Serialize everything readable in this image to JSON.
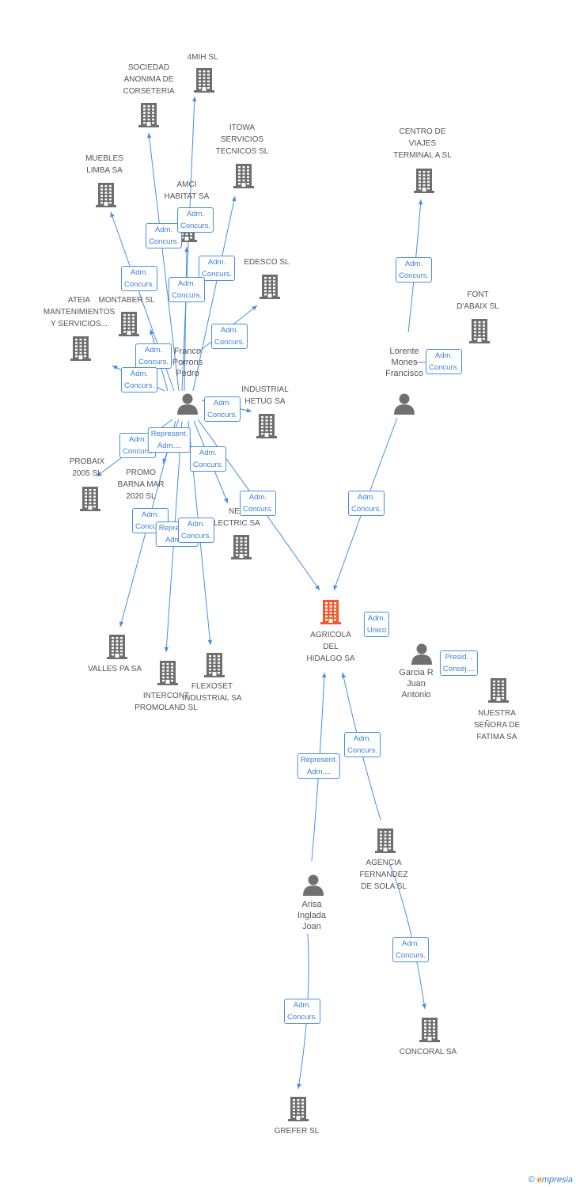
{
  "colors": {
    "link": "#4a8ee0",
    "company_icon": "#6e6e6e",
    "focus_company_icon": "#f25a2a",
    "person_icon": "#707070",
    "label_text": "#555555",
    "badge_text": "#3a7fd5"
  },
  "nodes": {
    "sociedad_anonima": {
      "label": "SOCIEDAD\nANONIMA DE\nCORSETERIA",
      "type": "company",
      "icon": "building-icon"
    },
    "4mih": {
      "label": "4MIH SL",
      "type": "company",
      "icon": "building-icon"
    },
    "itowa": {
      "label": "ITOWA\nSERVICIOS\nTECNICOS SL",
      "type": "company",
      "icon": "building-icon"
    },
    "muebles_limba": {
      "label": "MUEBLES\nLIMBA SA",
      "type": "company",
      "icon": "building-icon"
    },
    "amci_habitat": {
      "label": "AMCI\nHABITAT SA",
      "type": "company",
      "icon": "building-icon"
    },
    "edesco": {
      "label": "EDESCO SL",
      "type": "company",
      "icon": "building-icon"
    },
    "montaber": {
      "label": "TA\nMONTABER SL",
      "type": "company",
      "icon": "building-icon"
    },
    "ateia": {
      "label": "ATEIA\nMANTENIMIENTOS\nY SERVICIOS...",
      "type": "company",
      "icon": "building-icon"
    },
    "franco_porrons": {
      "label": "Franco\nPorrons\nPedro",
      "type": "person",
      "icon": "person-icon"
    },
    "industrial_hetug": {
      "label": "INDUSTRIAL\nHETUG SA",
      "type": "company",
      "icon": "building-icon"
    },
    "probaix": {
      "label": "PROBAIX\n2005 SL",
      "type": "company",
      "icon": "building-icon"
    },
    "promo_barna": {
      "label": "PROMO\nBARNA MAR\n2020 SL",
      "type": "company",
      "icon": "building-icon"
    },
    "nelectric": {
      "label": "NE\nELECTRIC SA",
      "type": "company",
      "icon": "building-icon"
    },
    "valles_pa": {
      "label": "VALLES PA SA",
      "type": "company",
      "icon": "building-icon"
    },
    "intercont": {
      "label": "INTERCONT\nPROMOLAND SL",
      "type": "company",
      "icon": "building-icon"
    },
    "flexoset": {
      "label": "FLEXOSET\nINDUSTRIAL SA",
      "type": "company",
      "icon": "building-icon"
    },
    "centro_viajes": {
      "label": "CENTRO DE\nVIAJES\nTERMINAL A SL",
      "type": "company",
      "icon": "building-icon"
    },
    "font_abaix": {
      "label": "FONT\nD'ABAIX SL",
      "type": "company",
      "icon": "building-icon"
    },
    "lorente_mones": {
      "label": "Lorente\nMones\nFrancisco",
      "type": "person",
      "icon": "person-icon"
    },
    "agricola": {
      "label": "AGRICOLA\nDEL\nHIDALGO SA",
      "type": "focus",
      "icon": "building-icon"
    },
    "garcia_juan": {
      "label": "Garcia R\nJuan\nAntonio",
      "type": "person",
      "icon": "person-icon"
    },
    "nuestra_senora": {
      "label": "NUESTRA\nSEÑORA DE\nFATIMA SA",
      "type": "company",
      "icon": "building-icon"
    },
    "agencia_fernandez": {
      "label": "AGENCIA\nFERNANDEZ\nDE SOLA SL",
      "type": "company",
      "icon": "building-icon"
    },
    "arisa_inglada": {
      "label": "Arisa\nInglada\nJoan",
      "type": "person",
      "icon": "person-icon"
    },
    "concoral": {
      "label": "CONCORAL SA",
      "type": "company",
      "icon": "building-icon"
    },
    "grefer": {
      "label": "GREFER SL",
      "type": "company",
      "icon": "building-icon"
    }
  },
  "relations": [
    {
      "from": "franco_porrons",
      "to": "sociedad_anonima",
      "label": "Adm.\nConcurs."
    },
    {
      "from": "franco_porrons",
      "to": "4mih",
      "label": "Adm.\nConcurs."
    },
    {
      "from": "franco_porrons",
      "to": "itowa",
      "label": "Adm.\nConcurs."
    },
    {
      "from": "franco_porrons",
      "to": "muebles_limba",
      "label": "Adm.\nConcurs."
    },
    {
      "from": "franco_porrons",
      "to": "amci_habitat",
      "label": "Adm.\nConcurs."
    },
    {
      "from": "franco_porrons",
      "to": "edesco",
      "label": "Adm.\nConcurs."
    },
    {
      "from": "franco_porrons",
      "to": "montaber",
      "label": "Adm.\nConcurs."
    },
    {
      "from": "franco_porrons",
      "to": "ateia",
      "label": "Adm.\nConcurs."
    },
    {
      "from": "franco_porrons",
      "to": "industrial_hetug",
      "label": "Adm.\nConcurs."
    },
    {
      "from": "franco_porrons",
      "to": "probaix",
      "label": "Adm.\nConcurs."
    },
    {
      "from": "franco_porrons",
      "to": "promo_barna",
      "label": "Represent.\nAdm...."
    },
    {
      "from": "franco_porrons",
      "to": "nelectric",
      "label": "Adm.\nConcurs."
    },
    {
      "from": "franco_porrons",
      "to": "valles_pa",
      "label": "Adm.\nConcurs."
    },
    {
      "from": "franco_porrons",
      "to": "intercont",
      "label": "Represent.\nAdm...."
    },
    {
      "from": "franco_porrons",
      "to": "flexoset",
      "label": "Adm.\nConcurs."
    },
    {
      "from": "franco_porrons",
      "to": "agricola",
      "label": "Adm.\nConcurs."
    },
    {
      "from": "lorente_mones",
      "to": "centro_viajes",
      "label": "Adm.\nConcurs."
    },
    {
      "from": "lorente_mones",
      "to": "agricola",
      "label": "Adm.\nConcurs."
    },
    {
      "from": "lorente_mones",
      "to": "font_abaix",
      "label": "Adm.\nConcurs."
    },
    {
      "from": "agricola",
      "to": "agricola",
      "label": "Adm.\nUnico"
    },
    {
      "from": "garcia_juan",
      "to": "nuestra_senora",
      "label": "Presid. ,\nConsej...."
    },
    {
      "from": "arisa_inglada",
      "to": "agricola",
      "label": "Represent.\nAdm...."
    },
    {
      "from": "agencia_fernandez",
      "to": "agricola",
      "label": "Adm.\nConcurs."
    },
    {
      "from": "agencia_fernandez",
      "to": "concoral",
      "label": "Adm.\nConcurs."
    },
    {
      "from": "arisa_inglada",
      "to": "grefer",
      "label": "Adm.\nConcurs."
    }
  ],
  "footer": {
    "copyright": "©",
    "brand_initial": "e",
    "brand_rest": "mpresia"
  }
}
